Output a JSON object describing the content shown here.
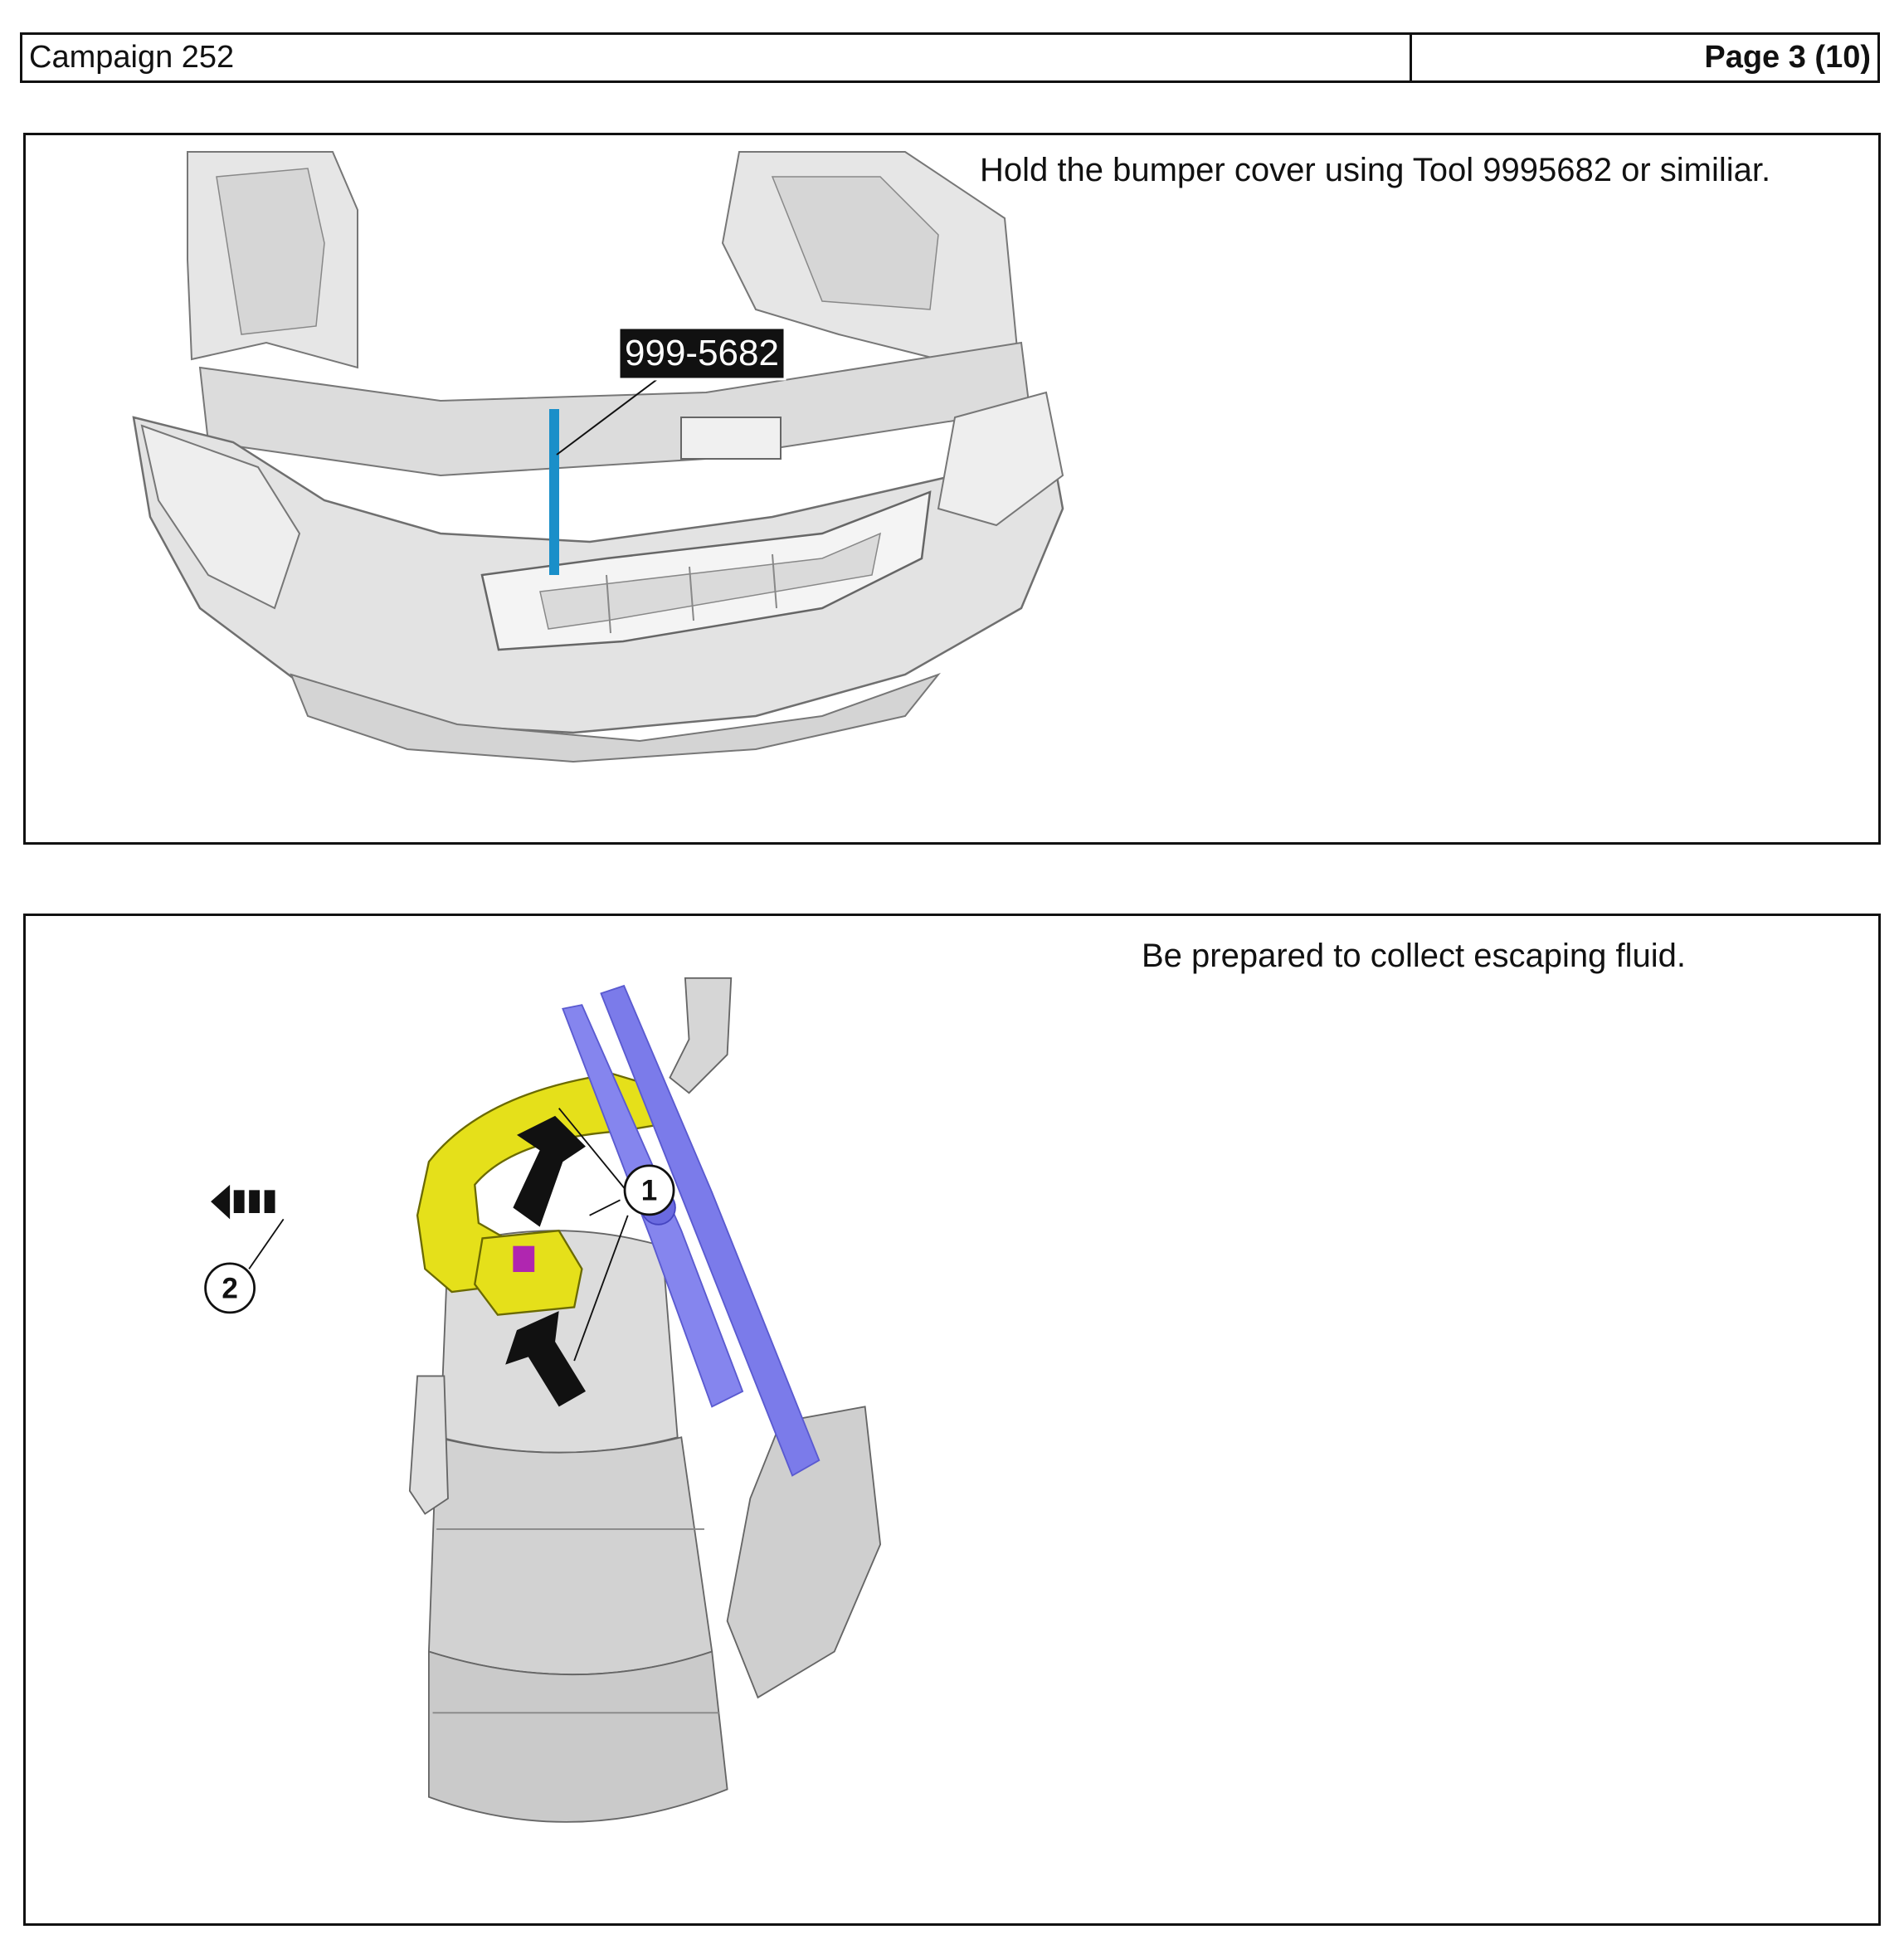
{
  "header": {
    "campaign": "Campaign 252",
    "page": "Page 3 (10)"
  },
  "steps": [
    {
      "instruction": "Hold the bumper cover using Tool 9995682 or similiar.",
      "tool_label": "999-5682",
      "colors": {
        "tool": "#1a8fc9",
        "part": "#d9d9d9"
      }
    },
    {
      "instruction": "Be prepared to collect escaping fluid.",
      "callouts": [
        "1",
        "2"
      ],
      "colors": {
        "hose": "#e5e01a",
        "tool": "#7b7bea",
        "clip": "#b026b0",
        "part": "#cfcfcf"
      }
    }
  ]
}
